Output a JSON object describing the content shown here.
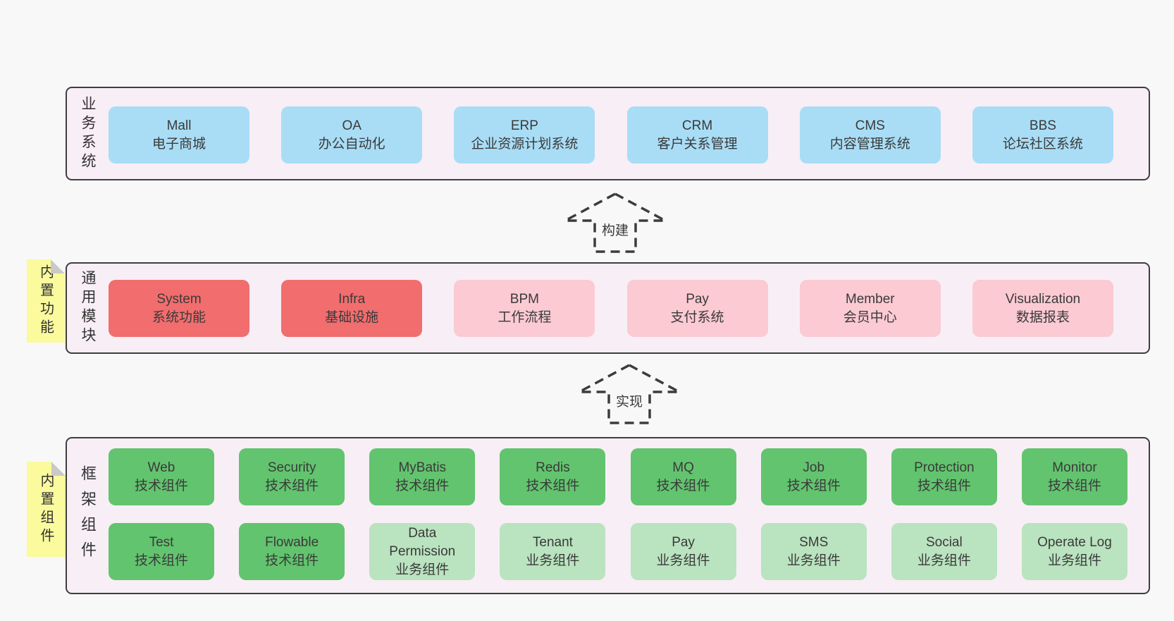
{
  "colors": {
    "page_bg": "#f8f8f8",
    "layer_bg": "#f8eef6",
    "layer_border": "#3e3e3e",
    "blue": "#a9ddf5",
    "red": "#f26d6d",
    "pink": "#fbcad3",
    "green": "#62c46e",
    "lightgreen": "#bae3bf",
    "tag_yellow": "#fbfa9d",
    "tag_fold": "#c9c9c9",
    "text": "#3a3a3a",
    "arrow": "#3c3c3c"
  },
  "arrows": {
    "build": "构建",
    "implement": "实现"
  },
  "layers": {
    "business": {
      "label": "业务系统",
      "boxes": [
        {
          "name": "Mall",
          "desc": "电子商城",
          "type": "blue"
        },
        {
          "name": "OA",
          "desc": "办公自动化",
          "type": "blue"
        },
        {
          "name": "ERP",
          "desc": "企业资源计划系统",
          "type": "blue"
        },
        {
          "name": "CRM",
          "desc": "客户关系管理",
          "type": "blue"
        },
        {
          "name": "CMS",
          "desc": "内容管理系统",
          "type": "blue"
        },
        {
          "name": "BBS",
          "desc": "论坛社区系统",
          "type": "blue"
        }
      ]
    },
    "modules": {
      "label": "通用模块",
      "tag": "内置功能",
      "boxes": [
        {
          "name": "System",
          "desc": "系统功能",
          "type": "red"
        },
        {
          "name": "Infra",
          "desc": "基础设施",
          "type": "red"
        },
        {
          "name": "BPM",
          "desc": "工作流程",
          "type": "pink"
        },
        {
          "name": "Pay",
          "desc": "支付系统",
          "type": "pink"
        },
        {
          "name": "Member",
          "desc": "会员中心",
          "type": "pink"
        },
        {
          "name": "Visualization",
          "desc": "数据报表",
          "type": "pink"
        }
      ]
    },
    "components": {
      "label": "框架组件",
      "tag": "内置组件",
      "boxes": [
        {
          "name": "Web",
          "desc": "技术组件",
          "type": "green"
        },
        {
          "name": "Security",
          "desc": "技术组件",
          "type": "green"
        },
        {
          "name": "MyBatis",
          "desc": "技术组件",
          "type": "green"
        },
        {
          "name": "Redis",
          "desc": "技术组件",
          "type": "green"
        },
        {
          "name": "MQ",
          "desc": "技术组件",
          "type": "green"
        },
        {
          "name": "Job",
          "desc": "技术组件",
          "type": "green"
        },
        {
          "name": "Protection",
          "desc": "技术组件",
          "type": "green"
        },
        {
          "name": "Monitor",
          "desc": "技术组件",
          "type": "green"
        },
        {
          "name": "Test",
          "desc": "技术组件",
          "type": "green"
        },
        {
          "name": "Flowable",
          "desc": "技术组件",
          "type": "green"
        },
        {
          "name": "Data Permission",
          "desc": "业务组件",
          "type": "lightgreen"
        },
        {
          "name": "Tenant",
          "desc": "业务组件",
          "type": "lightgreen"
        },
        {
          "name": "Pay",
          "desc": "业务组件",
          "type": "lightgreen"
        },
        {
          "name": "SMS",
          "desc": "业务组件",
          "type": "lightgreen"
        },
        {
          "name": "Social",
          "desc": "业务组件",
          "type": "lightgreen"
        },
        {
          "name": "Operate Log",
          "desc": "业务组件",
          "type": "lightgreen"
        }
      ]
    }
  }
}
